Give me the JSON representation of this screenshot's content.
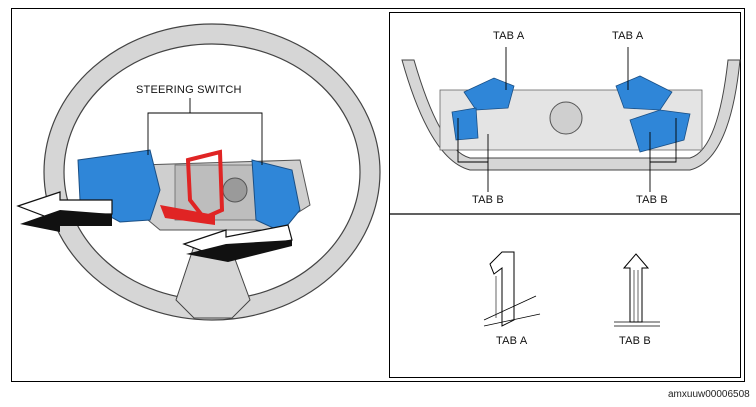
{
  "labels": {
    "steering_switch": "STEERING SWITCH",
    "tab_a_left": "TAB A",
    "tab_a_right": "TAB A",
    "tab_b_left": "TAB B",
    "tab_b_right": "TAB B",
    "tab_a_detail": "TAB A",
    "tab_b_detail": "TAB B"
  },
  "figure_code": "amxuuw00006508",
  "colors": {
    "switch_blue": "#2f86d8",
    "bracket_red": "#e02424",
    "wheel_gray": "#d9d9d9",
    "outline": "#333333",
    "arrow_white": "#ffffff",
    "arrow_black": "#111111"
  }
}
